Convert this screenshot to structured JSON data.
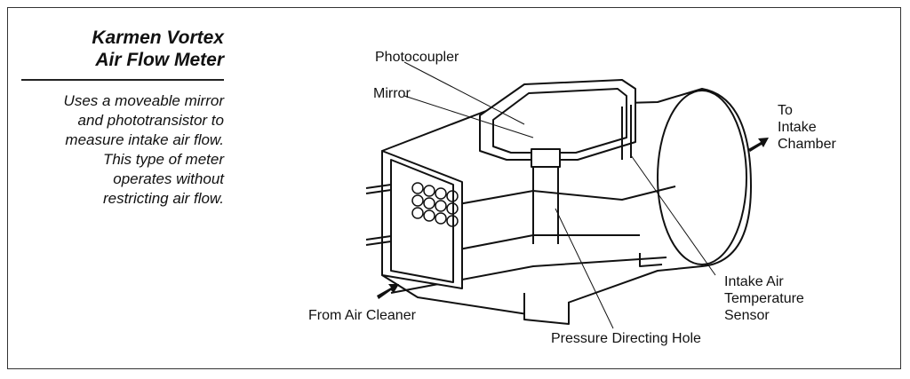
{
  "sidebar": {
    "title_line1": "Karmen Vortex",
    "title_line2": "Air Flow Meter",
    "description_lines": [
      "Uses a moveable mirror",
      "and phototransistor to",
      "measure intake air flow.",
      "This type of meter",
      "operates without",
      "restricting air flow."
    ]
  },
  "labels": {
    "photocoupler": "Photocoupler",
    "mirror": "Mirror",
    "to": "To",
    "intake_chamber": "Intake",
    "intake_chamber_2": "Chamber",
    "intake_air_1": "Intake Air",
    "intake_air_2": "Temperature",
    "intake_air_3": "Sensor",
    "from_air_cleaner": "From Air Cleaner",
    "pressure_directing_hole": "Pressure Directing Hole"
  },
  "colors": {
    "line": "#111111",
    "fill": "#ffffff",
    "shade": "#cfcfcf"
  }
}
